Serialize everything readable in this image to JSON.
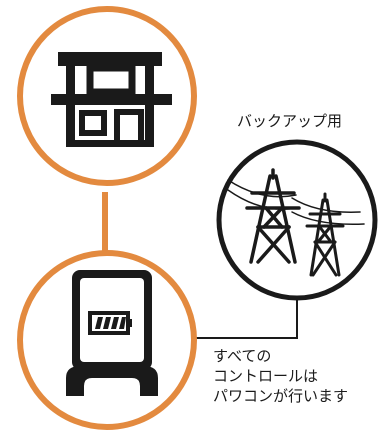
{
  "labels": {
    "backup": "バックアップ用",
    "control_lines": [
      "すべての",
      "コントロールは",
      "パワコンが行います"
    ]
  },
  "colors": {
    "ring_orange": "#e38a3f",
    "stroke_black": "#1a1a1a",
    "background": "#ffffff"
  },
  "icons": {
    "top_circle": "house-icon",
    "bottom_circle": "battery-storage-icon",
    "right_circle": "power-transmission-towers-icon"
  }
}
